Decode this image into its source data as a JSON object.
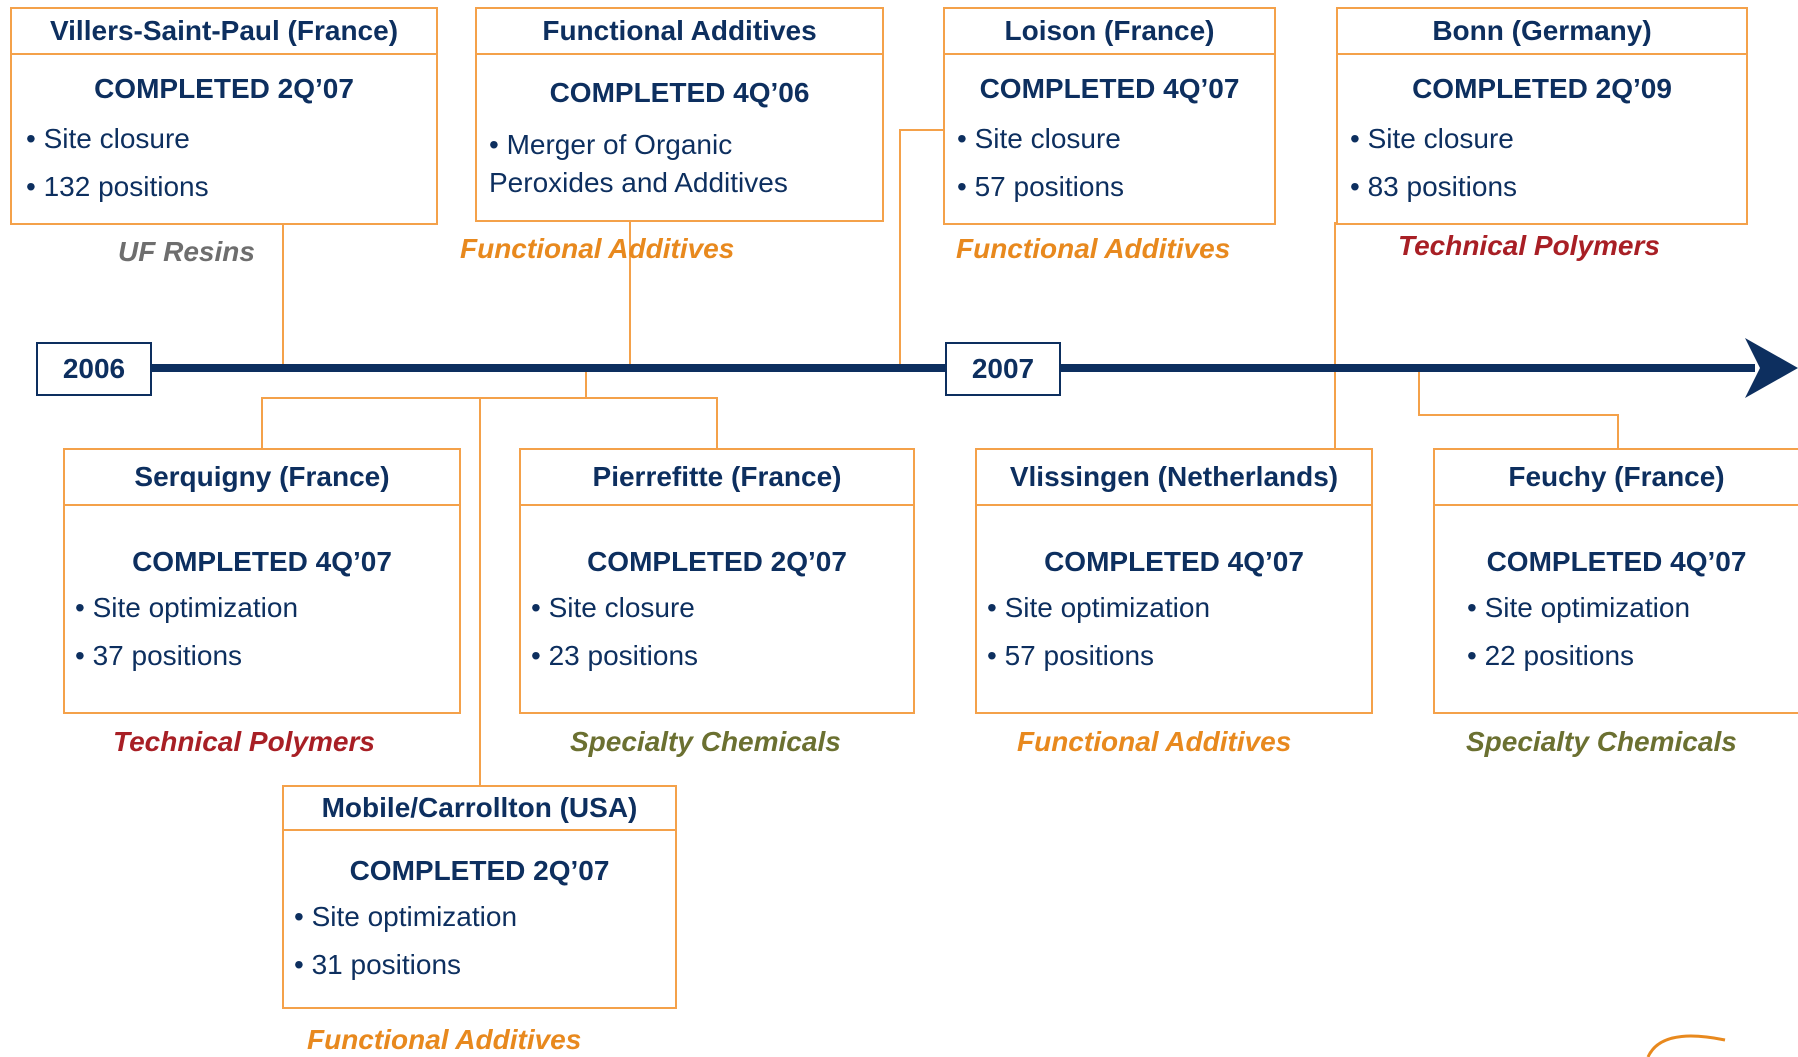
{
  "colors": {
    "navy": "#0D2F5F",
    "orange_border": "#F4A14A",
    "uf_resins": "#6E6E6E",
    "functional_additives": "#E8891E",
    "technical_polymers": "#A81F25",
    "specialty_chemicals": "#6B7031"
  },
  "timeline": {
    "year_2006": "2006",
    "year_2007": "2007",
    "arrow_icon": "arrow-right-icon"
  },
  "cards": {
    "villers": {
      "title": "Villers-Saint-Paul (France)",
      "status": "COMPLETED 2Q’07",
      "bullets": [
        "• Site closure",
        "• 132 positions"
      ],
      "division": "UF Resins"
    },
    "functional": {
      "title": "Functional  Additives",
      "status": "COMPLETED 4Q’06",
      "bullets": [
        "• Merger of Organic",
        "Peroxides and Additives"
      ],
      "division": "Functional  Additives"
    },
    "loison": {
      "title": "Loison (France)",
      "status": "COMPLETED 4Q’07",
      "bullets": [
        "• Site closure",
        "• 57 positions"
      ],
      "division": "Functional  Additives"
    },
    "bonn": {
      "title": "Bonn (Germany)",
      "status": "COMPLETED 2Q’09",
      "bullets": [
        "• Site closure",
        "• 83 positions"
      ],
      "division": "Technical Polymers"
    },
    "serquigny": {
      "title": "Serquigny (France)",
      "status": "COMPLETED 4Q’07",
      "bullets": [
        "• Site optimization",
        "• 37 positions"
      ],
      "division": "Technical Polymers"
    },
    "pierrefitte": {
      "title": "Pierrefitte (France)",
      "status": "COMPLETED 2Q’07",
      "bullets": [
        "• Site closure",
        "• 23 positions"
      ],
      "division": "Specialty Chemicals"
    },
    "vlissingen": {
      "title": "Vlissingen (Netherlands)",
      "status": "COMPLETED 4Q’07",
      "bullets": [
        "• Site optimization",
        "• 57 positions"
      ],
      "division": "Functional Additives"
    },
    "feuchy": {
      "title": "Feuchy (France)",
      "status": "COMPLETED 4Q’07",
      "bullets": [
        "• Site optimization",
        "• 22 positions"
      ],
      "division": "Specialty Chemicals"
    },
    "mobile": {
      "title": "Mobile/Carrollton (USA)",
      "status": "COMPLETED 2Q’07",
      "bullets": [
        "• Site optimization",
        "• 31 positions"
      ],
      "division": "Functional Additives"
    }
  }
}
